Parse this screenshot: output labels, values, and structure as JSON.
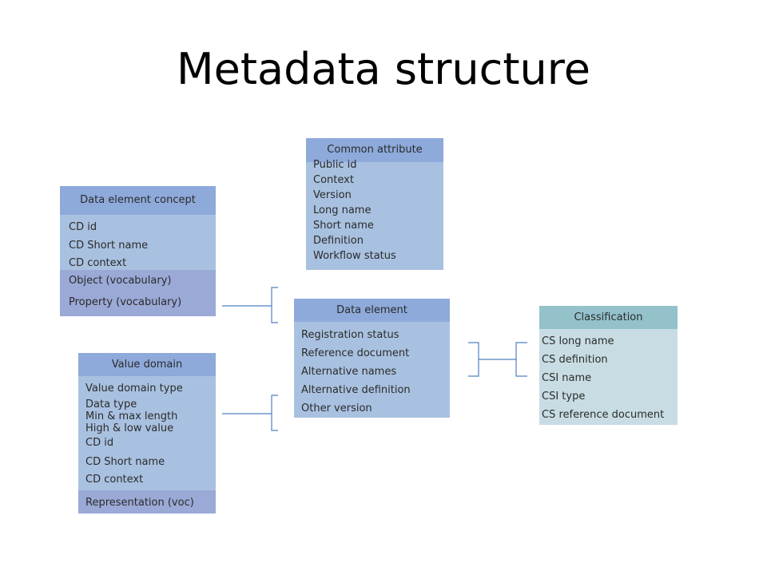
{
  "title": "Metadata structure",
  "boxes": {
    "common": {
      "header": "Common attribute",
      "rows": [
        "Public id",
        "Context",
        "Version",
        "Long name",
        "Short name",
        "Definition",
        "Workflow status"
      ]
    },
    "context": {
      "header": "Data element concept",
      "rows": [
        "CD id",
        "CD Short name",
        "CD context"
      ],
      "extra_rows": [
        "Object (vocabulary)",
        "Property (vocabulary)"
      ]
    },
    "element": {
      "header": "Data element",
      "rows": [
        "Registration status",
        "Reference document",
        "Alternative names",
        "Alternative definition",
        "Other version"
      ]
    },
    "classification": {
      "header": "Classification",
      "rows": [
        "CS long name",
        "CS definition",
        "CSI name",
        "CSI type",
        "CS reference document"
      ]
    },
    "value": {
      "header": "Value domain",
      "rows": [
        "Value domain type",
        "Data type",
        "Min & max length",
        "High & low value",
        "CD id",
        "CD Short name",
        "CD context"
      ],
      "extra_rows": [
        "Representation (voc)"
      ]
    }
  },
  "colors": {
    "header_blue": "#8eaadb",
    "body_blue": "#a9c1e0",
    "extra_blue": "#9aa9d6",
    "header_teal": "#93c2cb",
    "body_teal": "#c8dde3",
    "line": "#4f81bd"
  }
}
